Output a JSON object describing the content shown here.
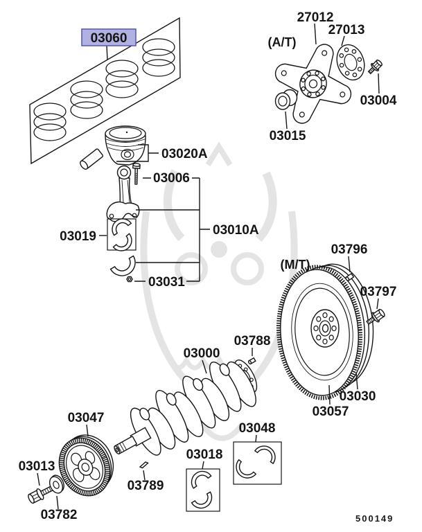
{
  "page": {
    "footer_code": "500149"
  },
  "diagram": {
    "highlight": {
      "fill": "#b2b2e2",
      "border": "#5a5abb",
      "text_color": "#1c1c6e"
    },
    "labels": {
      "p03060": "03060",
      "p27012": "27012",
      "p27013": "27013",
      "variant_at": "(A/T)",
      "p03004": "03004",
      "p03015": "03015",
      "p03020A": "03020A",
      "p03006": "03006",
      "p03019": "03019",
      "p03010A": "03010A",
      "p03031": "03031",
      "p03796": "03796",
      "variant_mt": "(M/T)",
      "p03797": "03797",
      "p03030": "03030",
      "p03057": "03057",
      "p03000": "03000",
      "p03788": "03788",
      "p03047": "03047",
      "p03048": "03048",
      "p03018": "03018",
      "p03013": "03013",
      "p03782": "03782",
      "p03789": "03789"
    }
  }
}
